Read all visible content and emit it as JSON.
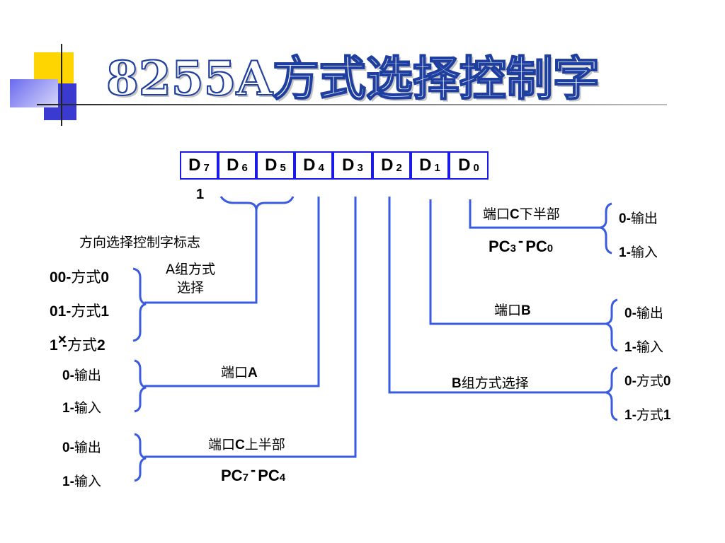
{
  "title": "8255A方式选择控制字",
  "bits": [
    {
      "name": "D",
      "sub": "7"
    },
    {
      "name": "D",
      "sub": "6"
    },
    {
      "name": "D",
      "sub": "5"
    },
    {
      "name": "D",
      "sub": "4"
    },
    {
      "name": "D",
      "sub": "3"
    },
    {
      "name": "D",
      "sub": "2"
    },
    {
      "name": "D",
      "sub": "1"
    },
    {
      "name": "D",
      "sub": "0"
    }
  ],
  "d7": {
    "value": "1",
    "desc": "方向选择控制字标志"
  },
  "group_a_mode": {
    "label_line1": "A组方式",
    "label_line2": "选择",
    "options": [
      {
        "code": "00-",
        "text": "方式",
        "val": "0"
      },
      {
        "code": "01-",
        "text": "方式",
        "val": "1"
      },
      {
        "code": "1",
        "mark": "×",
        "dash": "-",
        "text": "方式",
        "val": "2"
      }
    ]
  },
  "port_a": {
    "label_prefix": "端口",
    "label_letter": "A",
    "options": [
      {
        "code": "0-",
        "text": "输出"
      },
      {
        "code": "1-",
        "text": "输入"
      }
    ]
  },
  "port_c_upper": {
    "label_prefix": "端口",
    "label_letter": "C",
    "label_suffix": "上半部",
    "range": {
      "a": "PC",
      "a_sub": "7",
      "sep": "-",
      "b": "PC",
      "b_sub": "4"
    },
    "options": [
      {
        "code": "0-",
        "text": "输出"
      },
      {
        "code": "1-",
        "text": "输入"
      }
    ]
  },
  "group_b_mode": {
    "label_prefix": "B",
    "label_suffix": "组方式选择",
    "options": [
      {
        "code": "0-",
        "text": "方式",
        "val": "0"
      },
      {
        "code": "1-",
        "text": "方式",
        "val": "1"
      }
    ]
  },
  "port_b": {
    "label_prefix": "端口",
    "label_letter": "B",
    "options": [
      {
        "code": "0-",
        "text": "输出"
      },
      {
        "code": "1-",
        "text": "输入"
      }
    ]
  },
  "port_c_lower": {
    "label_prefix": "端口",
    "label_letter": "C",
    "label_suffix": "下半部",
    "range": {
      "a": "PC",
      "a_sub": "3",
      "sep": "-",
      "b": "PC",
      "b_sub": "0"
    },
    "options": [
      {
        "code": "0-",
        "text": "输出"
      },
      {
        "code": "1-",
        "text": "输入"
      }
    ]
  },
  "colors": {
    "line": "#3a5be0",
    "box_border": "#1a1ae6",
    "title_stroke": "#1f3fa0",
    "deco_yellow": "#ffd500",
    "deco_blue": "#3a3ad0"
  }
}
